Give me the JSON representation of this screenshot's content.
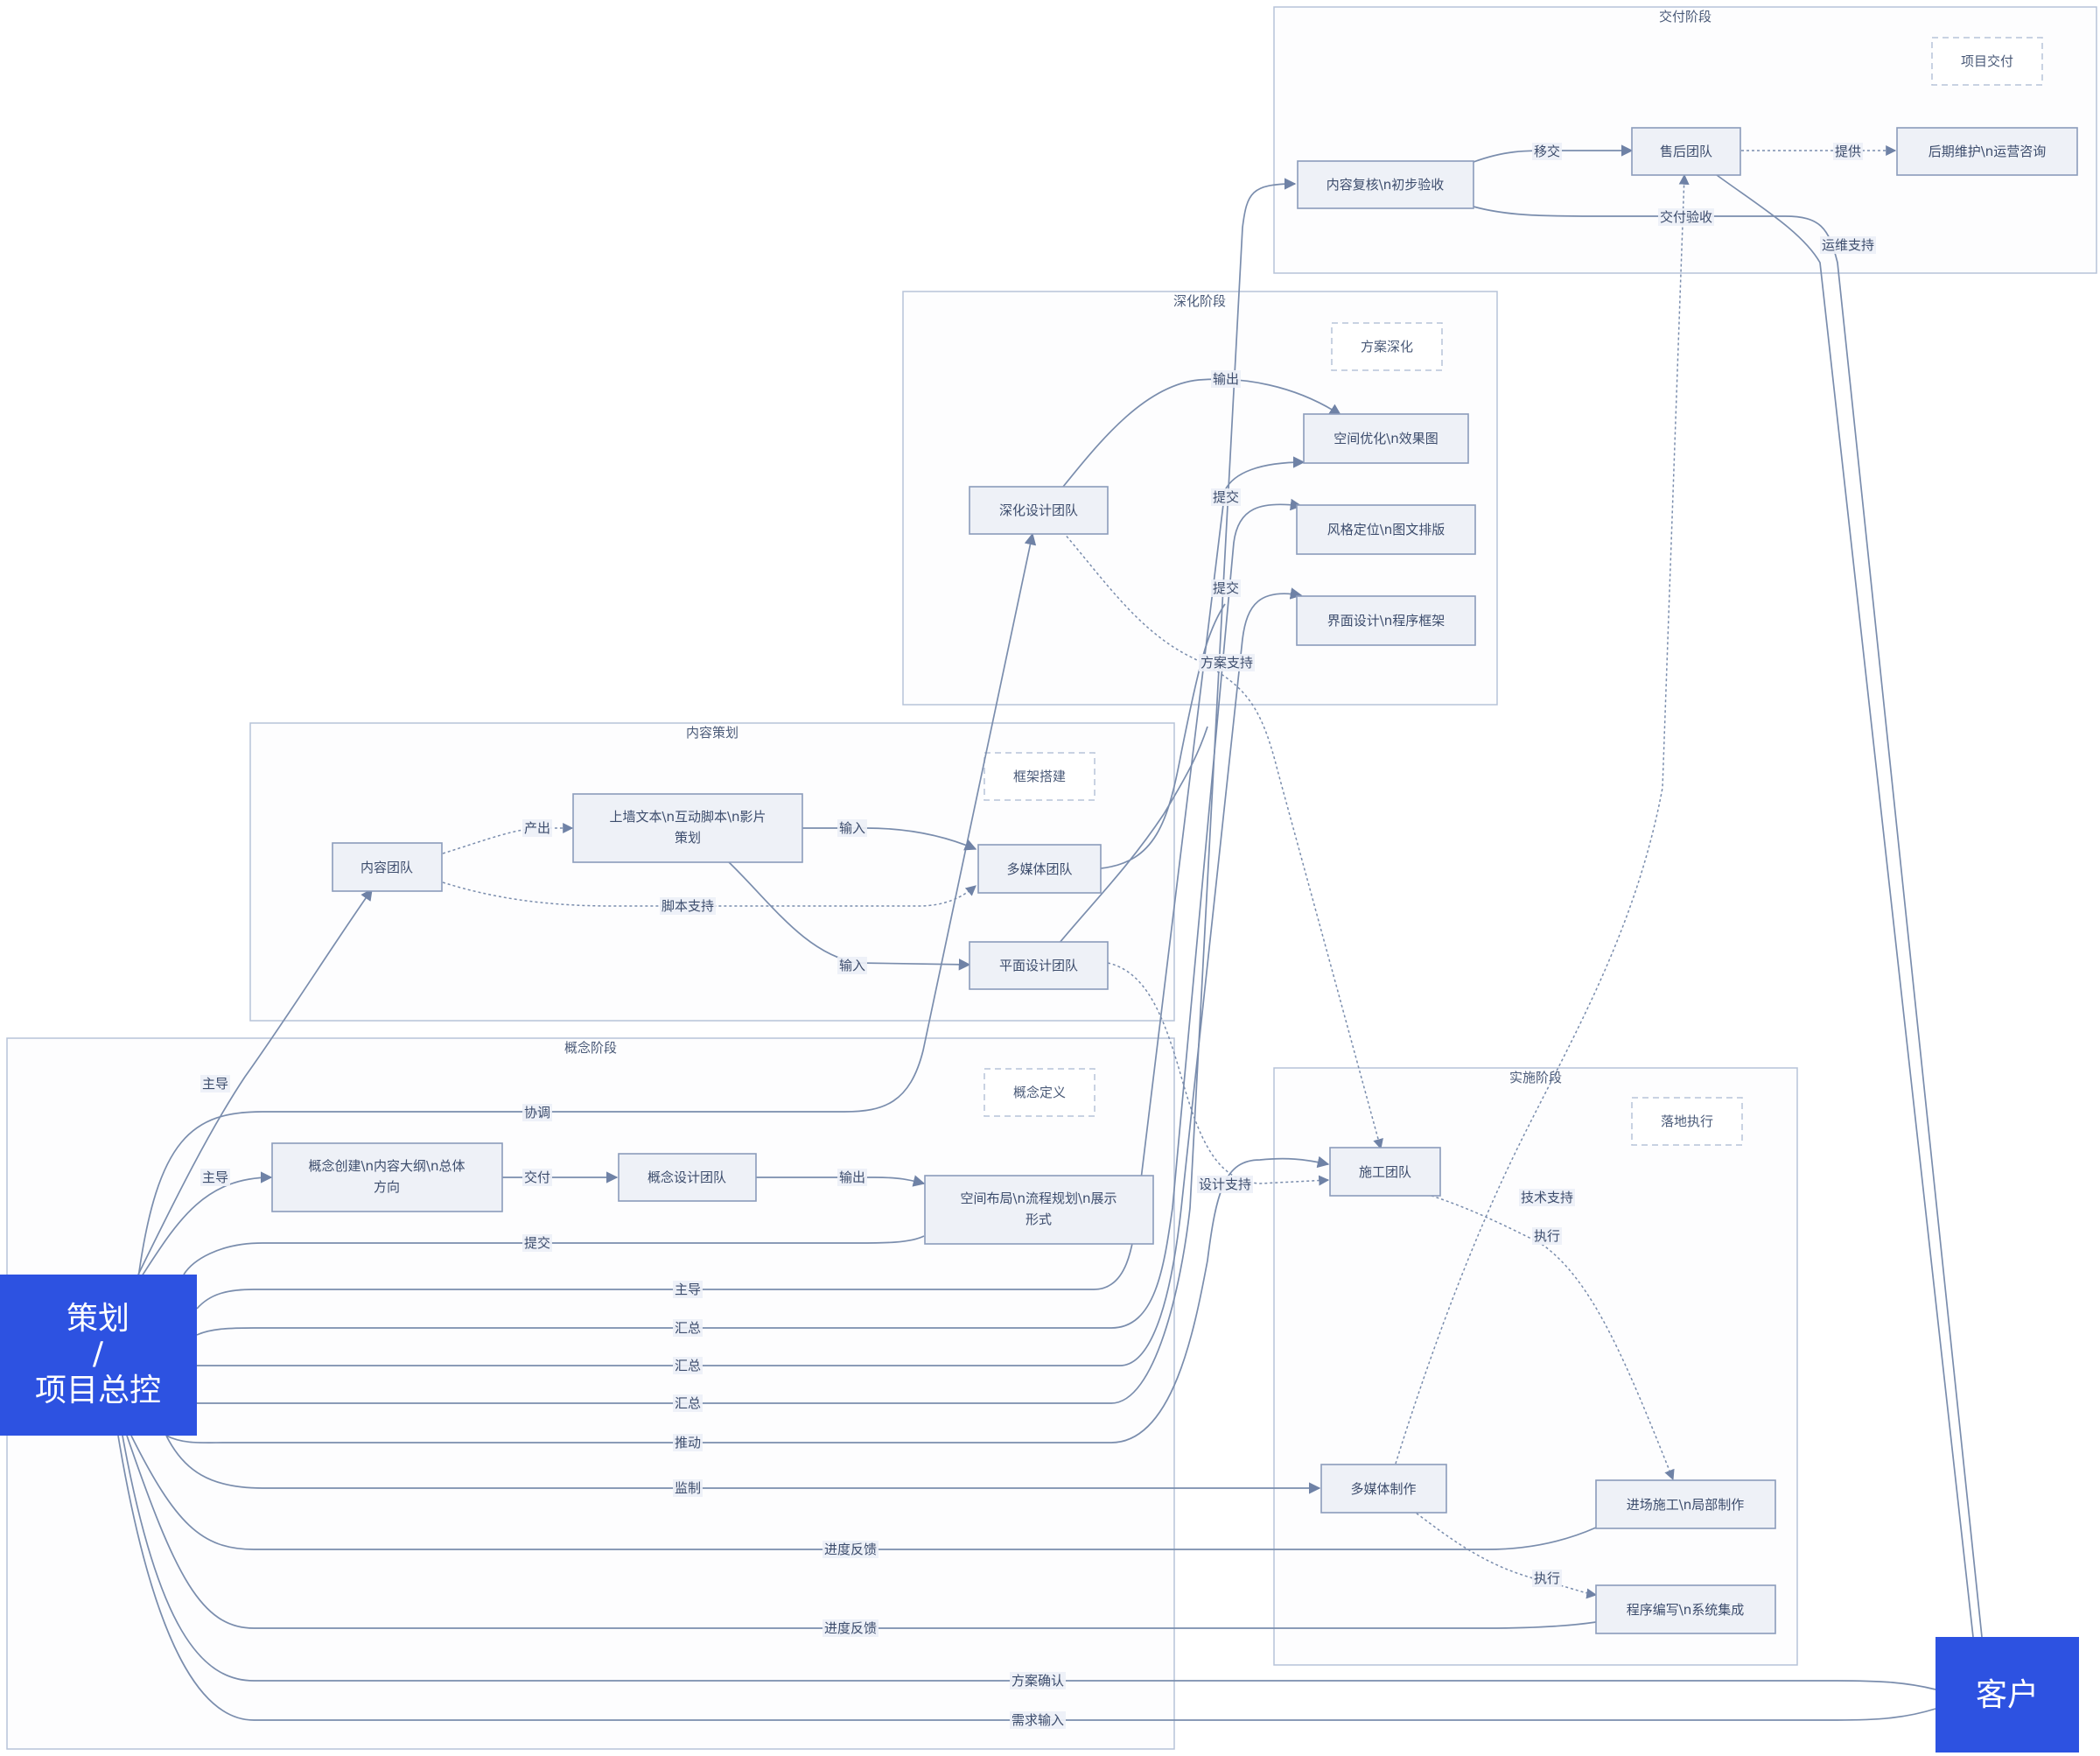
{
  "clusters": {
    "delivery": "交付阶段",
    "deepening": "深化阶段",
    "content": "内容策划",
    "concept": "概念阶段",
    "implementation": "实施阶段"
  },
  "tags": {
    "delivery": "项目交付",
    "deepening": "方案深化",
    "content": "框架搭建",
    "concept": "概念定义",
    "implementation": "落地执行"
  },
  "nodes": {
    "main_line1": "策划",
    "main_line2": "/",
    "main_line3": "项目总控",
    "client": "客户",
    "review": "内容复核\\n初步验收",
    "after_sales": "售后团队",
    "maintenance": "后期维护\\n运营咨询",
    "deep_team": "深化设计团队",
    "space_opt": "空间优化\\n效果图",
    "style_pos": "风格定位\\n图文排版",
    "ui_design": "界面设计\\n程序框架",
    "content_team": "内容团队",
    "wall_text_line1": "上墙文本\\n互动脚本\\n影片",
    "wall_text_line2": "策划",
    "media_team": "多媒体团队",
    "graphic_team": "平面设计团队",
    "concept_create_line1": "概念创建\\n内容大纲\\n总体",
    "concept_create_line2": "方向",
    "concept_team": "概念设计团队",
    "space_layout_line1": "空间布局\\n流程规划\\n展示",
    "space_layout_line2": "形式",
    "construction": "施工团队",
    "media_production": "多媒体制作",
    "onsite": "进场施工\\n局部制作",
    "programming": "程序编写\\n系统集成"
  },
  "edge_labels": {
    "handover": "移交",
    "provide": "提供",
    "delivery_acceptance": "交付验收",
    "ops_support": "运维支持",
    "output_deep": "输出",
    "submit_1": "提交",
    "submit_2": "提交",
    "plan_support": "方案支持",
    "produce": "产出",
    "input_media": "输入",
    "script_support": "脚本支持",
    "input_graphic": "输入",
    "lead_content": "主导",
    "coordinate": "协调",
    "lead_concept": "主导",
    "deliver": "交付",
    "output_concept": "输出",
    "submit_space": "提交",
    "design_support": "设计支持",
    "tech_support": "技术支持",
    "execute_1": "执行",
    "execute_2": "执行",
    "lead_space": "主导",
    "summary_1": "汇总",
    "summary_2": "汇总",
    "summary_3": "汇总",
    "push": "推动",
    "supervise": "监制",
    "progress_1": "进度反馈",
    "progress_2": "进度反馈",
    "plan_confirm": "方案确认",
    "demand_input": "需求输入"
  }
}
